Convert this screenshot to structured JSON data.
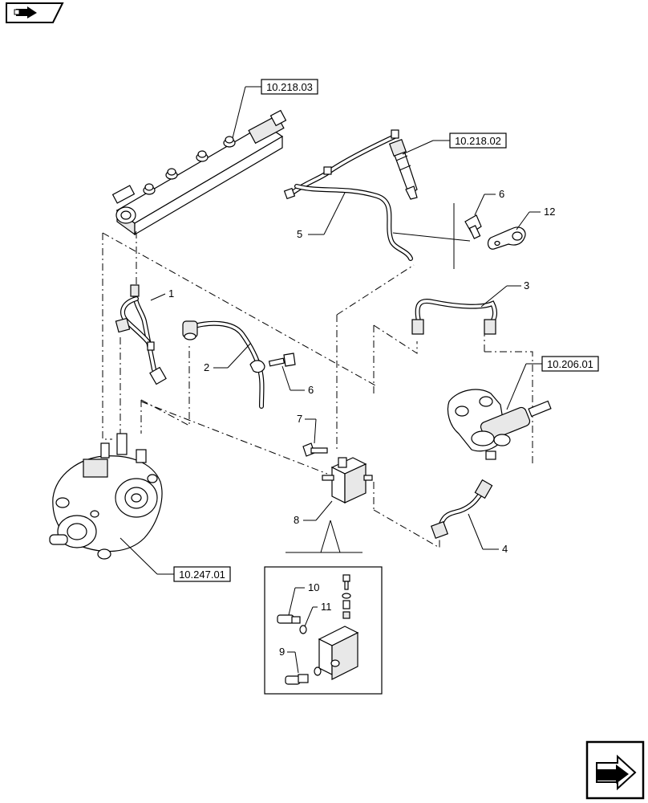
{
  "references": {
    "rail": "10.218.03",
    "injector": "10.218.02",
    "filter": "10.206.01",
    "pump": "10.247.01"
  },
  "callouts": {
    "c1": "1",
    "c2": "2",
    "c3": "3",
    "c4": "4",
    "c5": "5",
    "c6a": "6",
    "c6b": "6",
    "c7": "7",
    "c8": "8",
    "c9": "9",
    "c10": "10",
    "c11": "11",
    "c12": "12"
  },
  "icons": {
    "top_left": "book-arrow-icon",
    "bottom_right": "next-page-arrow-icon"
  }
}
